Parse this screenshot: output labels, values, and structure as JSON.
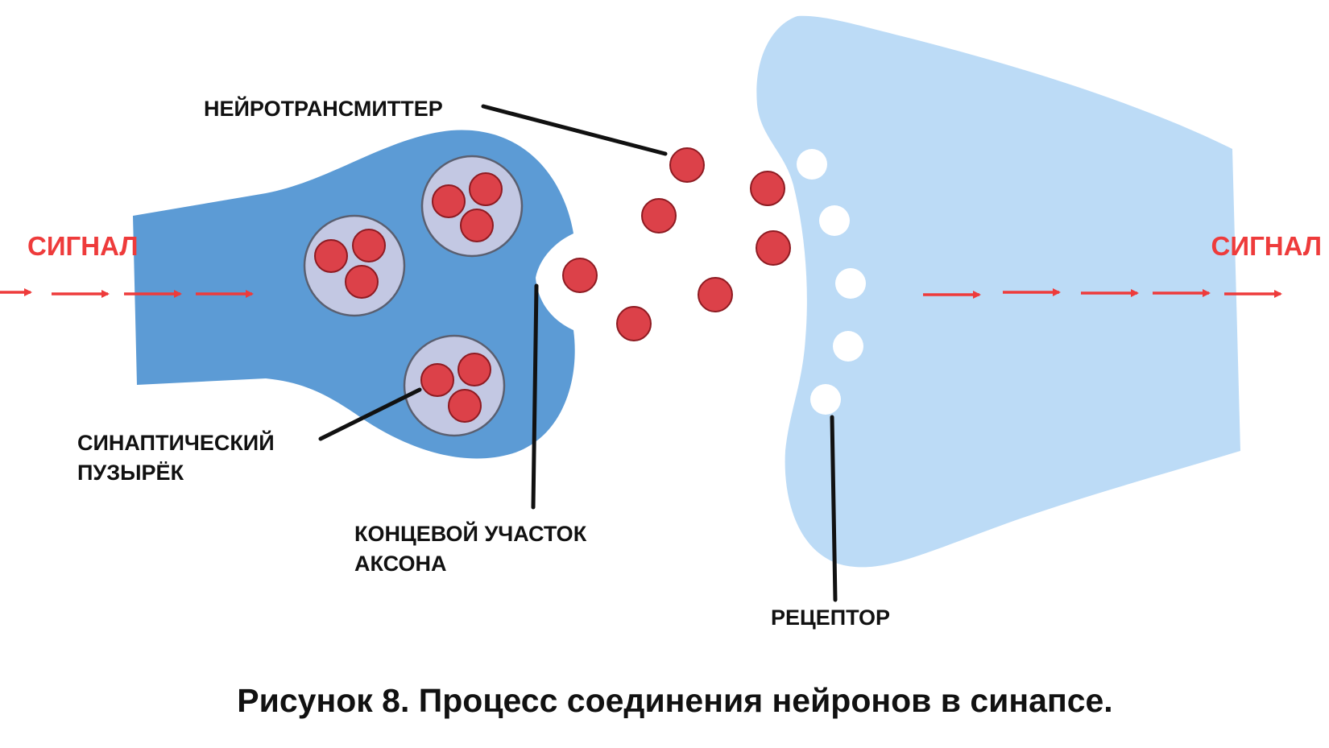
{
  "colors": {
    "presynaptic": "#5c9bd5",
    "postsynaptic": "#bcdbf6",
    "vesicle_fill": "#c3c8e3",
    "vesicle_stroke": "#5a5f70",
    "neurotransmitter": "#dc4149",
    "neurotransmitter_stroke": "#8e1b22",
    "signal": "#ee3b3b",
    "pointer": "#111111"
  },
  "labels": {
    "signal_left": "СИГНАЛ",
    "signal_right": "СИГНАЛ",
    "neurotransmitter": "НЕЙРОТРАНСМИТТЕР",
    "vesicle_line1": "СИНАПТИЧЕСКИЙ",
    "vesicle_line2": "ПУЗЫРЁК",
    "axon_terminal_line1": "КОНЦЕВОЙ УЧАСТОК",
    "axon_terminal_line2": "АКСОНА",
    "receptor": "РЕЦЕПТОР"
  },
  "caption": "Рисунок 8. Процесс соединения нейронов в синапсе.",
  "icons": {
    "signal_arrow": "right-arrow-icon",
    "neurotransmitter": "red-circle-icon",
    "vesicle": "vesicle-circle-icon",
    "receptor": "receptor-notch-icon"
  }
}
